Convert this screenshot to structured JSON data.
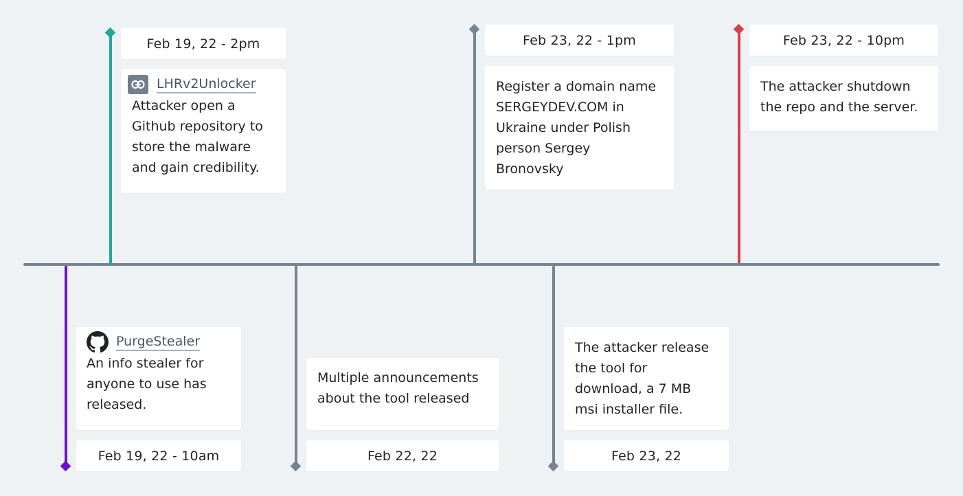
{
  "colors": {
    "axis": "#77838f",
    "neutral": "#77838f",
    "teal": "#22a699",
    "purple": "#6c12c7",
    "red": "#d5424f",
    "background": "#eff2f5"
  },
  "events": [
    {
      "id": "github-repo",
      "date": "Feb 19, 22 - 2pm",
      "link_icon": "link-icon",
      "link": "LHRv2Unlocker",
      "text": "Attacker open a Github repository to store the malware and gain credibility.",
      "color": "teal"
    },
    {
      "id": "purge-stealer",
      "date": "Feb 19, 22 - 10am",
      "link_icon": "github-icon",
      "link": "PurgeStealer",
      "text": "An info stealer for anyone to use has released.",
      "color": "purple"
    },
    {
      "id": "announcements",
      "date": "Feb 22, 22",
      "text": "Multiple announcements about the tool released",
      "color": "neutral"
    },
    {
      "id": "domain",
      "date": "Feb 23, 22 - 1pm",
      "text": "Register a domain name SERGEYDEV.COM in Ukraine under Polish person Sergey Bronovsky",
      "color": "neutral"
    },
    {
      "id": "release",
      "date": "Feb 23, 22",
      "text": "The attacker release the tool for download, a 7 MB msi installer file.",
      "color": "neutral"
    },
    {
      "id": "shutdown",
      "date": "Feb 23, 22 - 10pm",
      "text": "The attacker shutdown the repo and the server.",
      "color": "red"
    }
  ]
}
